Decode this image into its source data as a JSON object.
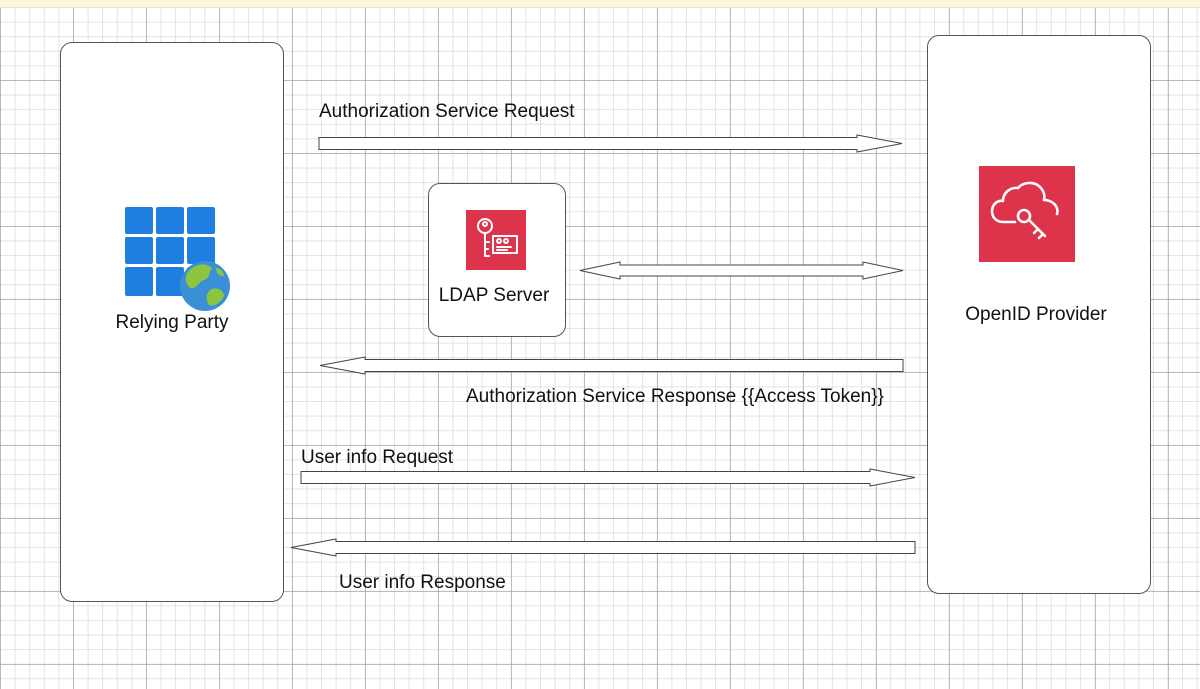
{
  "nodes": {
    "relying_party": {
      "label": "Relying Party",
      "icon": "windows-globe-icon"
    },
    "ldap_server": {
      "label": "LDAP Server",
      "icon": "key-card-icon"
    },
    "openid_provider": {
      "label": "OpenID  Provider",
      "icon": "cloud-key-icon"
    }
  },
  "edges": [
    {
      "id": "auth-request",
      "label": "Authorization Service Request",
      "from": "relying_party",
      "to": "openid_provider"
    },
    {
      "id": "ldap-link",
      "label": "",
      "from": "ldap_server",
      "to": "openid_provider",
      "bidirectional": true
    },
    {
      "id": "auth-response",
      "label": "Authorization Service Response {{Access Token}}",
      "from": "openid_provider",
      "to": "relying_party"
    },
    {
      "id": "userinfo-request",
      "label": "User info Request",
      "from": "relying_party",
      "to": "openid_provider"
    },
    {
      "id": "userinfo-response",
      "label": "User info Response",
      "from": "openid_provider",
      "to": "relying_party"
    }
  ],
  "colors": {
    "aws_red": "#dd344c",
    "windows_blue": "#1f7fe0",
    "globe_blue": "#3b8fd6",
    "globe_green": "#8cc63f",
    "topbar": "#fdf6dd"
  }
}
